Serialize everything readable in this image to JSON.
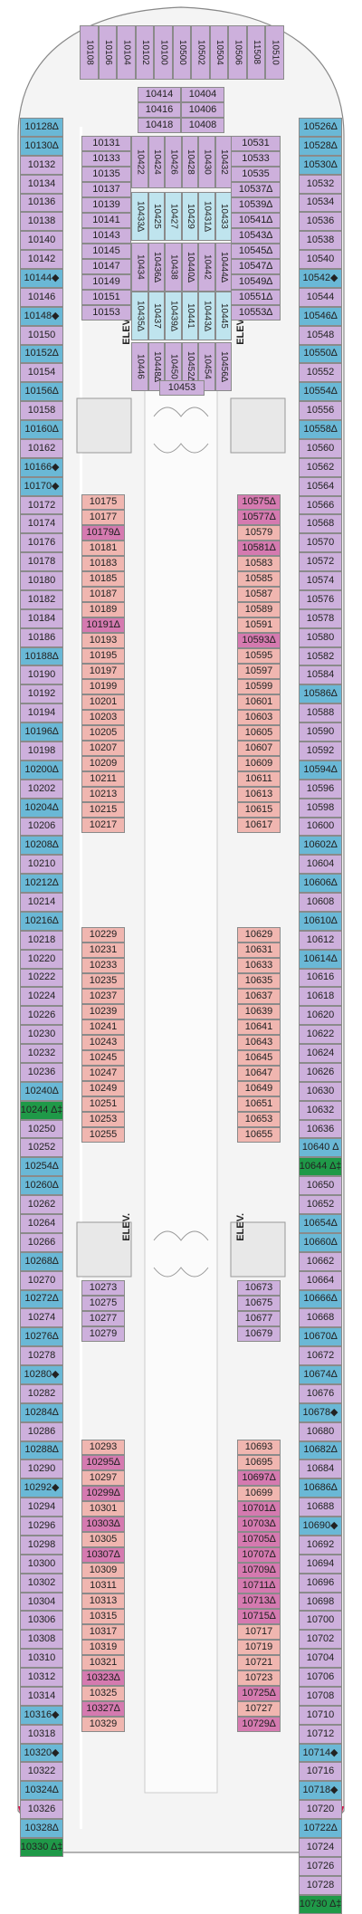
{
  "map": {
    "elevator_label": "ELEV.",
    "colors": {
      "pink": "#f0b6b0",
      "lavender": "#cdb0dc",
      "blue": "#6ab8d6",
      "lightblue": "#bfe4ee",
      "dark": "#4e3a7a",
      "mauve": "#9e8a92",
      "green": "#1f9948",
      "red": "#d9164f",
      "magenta": "#d57ab0",
      "hull": "#f3f3f3",
      "corridor": "#ffffff"
    },
    "cabins": {
      "bow": [
        "10108",
        "10106",
        "10104",
        "10102",
        "10100",
        "10500",
        "10502",
        "10504",
        "10506",
        "11508",
        "10510"
      ],
      "fwd_center": [
        "10414",
        "10404",
        "10416",
        "10406",
        "10418",
        "10408"
      ],
      "fwd_left": [
        "10131",
        "10133",
        "10135",
        "10137",
        "10139",
        "10141",
        "10143",
        "10145",
        "10147",
        "10149",
        "10151",
        "10153"
      ],
      "fwd_right": [
        "10531",
        "10533",
        "10535",
        "10537∆",
        "10539∆",
        "10541∆",
        "10543∆",
        "10545∆",
        "10547∆",
        "10549∆",
        "10551∆",
        "10553∆"
      ],
      "fwd_blockA": [
        "10422",
        "10424",
        "10426",
        "10428",
        "10430",
        "10432"
      ],
      "fwd_blockB": [
        "10433∆",
        "10425",
        "10427",
        "10429",
        "10431∆",
        "10433"
      ],
      "fwd_blockC": [
        "10434",
        "10436∆",
        "10438",
        "10440∆",
        "10442",
        "10444∆"
      ],
      "fwd_blockD": [
        "10435∆",
        "10437",
        "10439∆",
        "10441",
        "10443∆",
        "10445"
      ],
      "fwd_blockE": [
        "10446",
        "10448∆",
        "10450",
        "10452∆",
        "10454",
        "10456∆"
      ],
      "fwd_single": "10453",
      "port": [
        "10128∆",
        "10130∆",
        "10132",
        "10134",
        "10136",
        "10138",
        "10140",
        "10142",
        "10144◆",
        "10146",
        "10148◆",
        "10150",
        "10152∆",
        "10154",
        "10156∆",
        "10158",
        "10160∆",
        "10162",
        "10166◆",
        "10170◆",
        "10172",
        "10174",
        "10176",
        "10178",
        "10180",
        "10182",
        "10184",
        "10186",
        "10188∆",
        "10190",
        "10192",
        "10194",
        "10196∆",
        "10198",
        "10200∆",
        "10202",
        "10204∆",
        "10206",
        "10208∆",
        "10210",
        "10212∆",
        "10214",
        "10216∆",
        "10218",
        "10220",
        "10222",
        "10224",
        "10226",
        "10230",
        "10232",
        "10236",
        "10240∆",
        "10244 ∆‡",
        "10250",
        "10252",
        "10254∆",
        "10260∆",
        "10262",
        "10264",
        "10266",
        "10268∆",
        "10270",
        "10272∆",
        "10274",
        "10276∆",
        "10278",
        "10280◆",
        "10282",
        "10284∆",
        "10286",
        "10288∆",
        "10290",
        "10292◆",
        "10294",
        "10296",
        "10298",
        "10300",
        "10302",
        "10304",
        "10306",
        "10308",
        "10310",
        "10312",
        "10314",
        "10316◆",
        "10318",
        "10320◆",
        "10322",
        "10324∆",
        "10326",
        "10328∆",
        "10330 ∆‡"
      ],
      "starboard": [
        "10526∆",
        "10528∆",
        "10530∆",
        "10532",
        "10534",
        "10536",
        "10538",
        "10540",
        "10542◆",
        "10544",
        "10546∆",
        "10548",
        "10550∆",
        "10552",
        "10554∆",
        "10556",
        "10558∆",
        "10560",
        "10562",
        "10564",
        "10566",
        "10568",
        "10570",
        "10572",
        "10574",
        "10576",
        "10578",
        "10580",
        "10582",
        "10584",
        "10586∆",
        "10588",
        "10590",
        "10592",
        "10594∆",
        "10596",
        "10598",
        "10600",
        "10602∆",
        "10604",
        "10606∆",
        "10608",
        "10610∆",
        "10612",
        "10614∆",
        "10616",
        "10618",
        "10620",
        "10622",
        "10624",
        "10626",
        "10630",
        "10632",
        "10636",
        "10640 ∆",
        "10644 ∆‡",
        "10650",
        "10652",
        "10654∆",
        "10660∆",
        "10662",
        "10664",
        "10666∆",
        "10668",
        "10670∆",
        "10672",
        "10674∆",
        "10676",
        "10678◆",
        "10680",
        "10682∆",
        "10684",
        "10686∆",
        "10688",
        "10690◆",
        "10692",
        "10694",
        "10696",
        "10698",
        "10700",
        "10702",
        "10704",
        "10706",
        "10708",
        "10710",
        "10712",
        "10714◆",
        "10716",
        "10718◆",
        "10720",
        "10722∆",
        "10724",
        "10726",
        "10728",
        "10730 ∆‡"
      ],
      "inner_left_mid": [
        "10175",
        "10177",
        "10179∆",
        "10181",
        "10183",
        "10185",
        "10187",
        "10189",
        "10191∆",
        "10193",
        "10195",
        "10197",
        "10199",
        "10201",
        "10203",
        "10205",
        "10207",
        "10209",
        "10211",
        "10213",
        "10215",
        "10217"
      ],
      "inner_right_mid": [
        "10575∆",
        "10577∆",
        "10579",
        "10581∆",
        "10583",
        "10585",
        "10587",
        "10589",
        "10591",
        "10593∆",
        "10595",
        "10597",
        "10599",
        "10601",
        "10603",
        "10605",
        "10607",
        "10609",
        "10611",
        "10613",
        "10615",
        "10617"
      ],
      "inner_left_aft1": [
        "10229",
        "10231",
        "10233",
        "10235",
        "10237",
        "10239",
        "10241",
        "10243",
        "10245",
        "10247",
        "10249",
        "10251",
        "10253",
        "10255"
      ],
      "inner_right_aft1": [
        "10629",
        "10631",
        "10633",
        "10635",
        "10637",
        "10639",
        "10641",
        "10643",
        "10645",
        "10647",
        "10649",
        "10651",
        "10653",
        "10655"
      ],
      "inner_left_aft2": [
        "10273",
        "10275",
        "10277",
        "10279"
      ],
      "inner_right_aft2": [
        "10673",
        "10675",
        "10677",
        "10679"
      ],
      "inner_left_aft3": [
        "10293",
        "10295∆",
        "10297",
        "10299∆",
        "10301",
        "10303∆",
        "10305",
        "10307∆",
        "10309",
        "10311",
        "10313",
        "10315",
        "10317",
        "10319",
        "10321",
        "10323∆",
        "10325",
        "10327∆",
        "10329"
      ],
      "inner_right_aft3": [
        "10693",
        "10695",
        "10697∆",
        "10699",
        "10701∆",
        "10703∆",
        "10705∆",
        "10707∆",
        "10709∆",
        "10711∆",
        "10713∆",
        "10715∆",
        "10717",
        "10719",
        "10721",
        "10723",
        "10725∆",
        "10727",
        "10729∆"
      ]
    }
  }
}
